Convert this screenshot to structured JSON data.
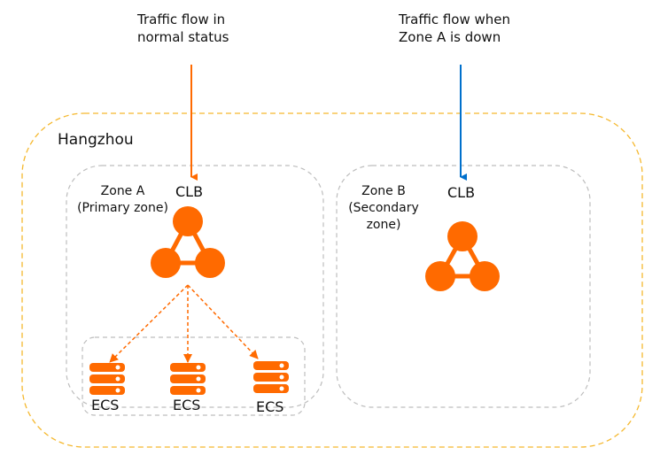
{
  "annotations": {
    "normal_flow": {
      "line1": "Traffic flow in",
      "line2": "normal status"
    },
    "failover_flow": {
      "line1": "Traffic flow when",
      "line2": "Zone A is down"
    }
  },
  "region": {
    "name": "Hangzhou"
  },
  "zones": [
    {
      "name": "Zone A",
      "role_lines": [
        "(Primary zone)"
      ],
      "clb_label": "CLB",
      "servers": [
        {
          "label": "ECS"
        },
        {
          "label": "ECS"
        },
        {
          "label": "ECS"
        }
      ]
    },
    {
      "name": "Zone B",
      "role_lines": [
        "(Secondary",
        "zone)"
      ],
      "clb_label": "CLB"
    }
  ],
  "colors": {
    "orange": "#ff6a00",
    "blue": "#0070cc",
    "region_border": "#f5b82e",
    "zone_border": "#bdbdbd"
  }
}
